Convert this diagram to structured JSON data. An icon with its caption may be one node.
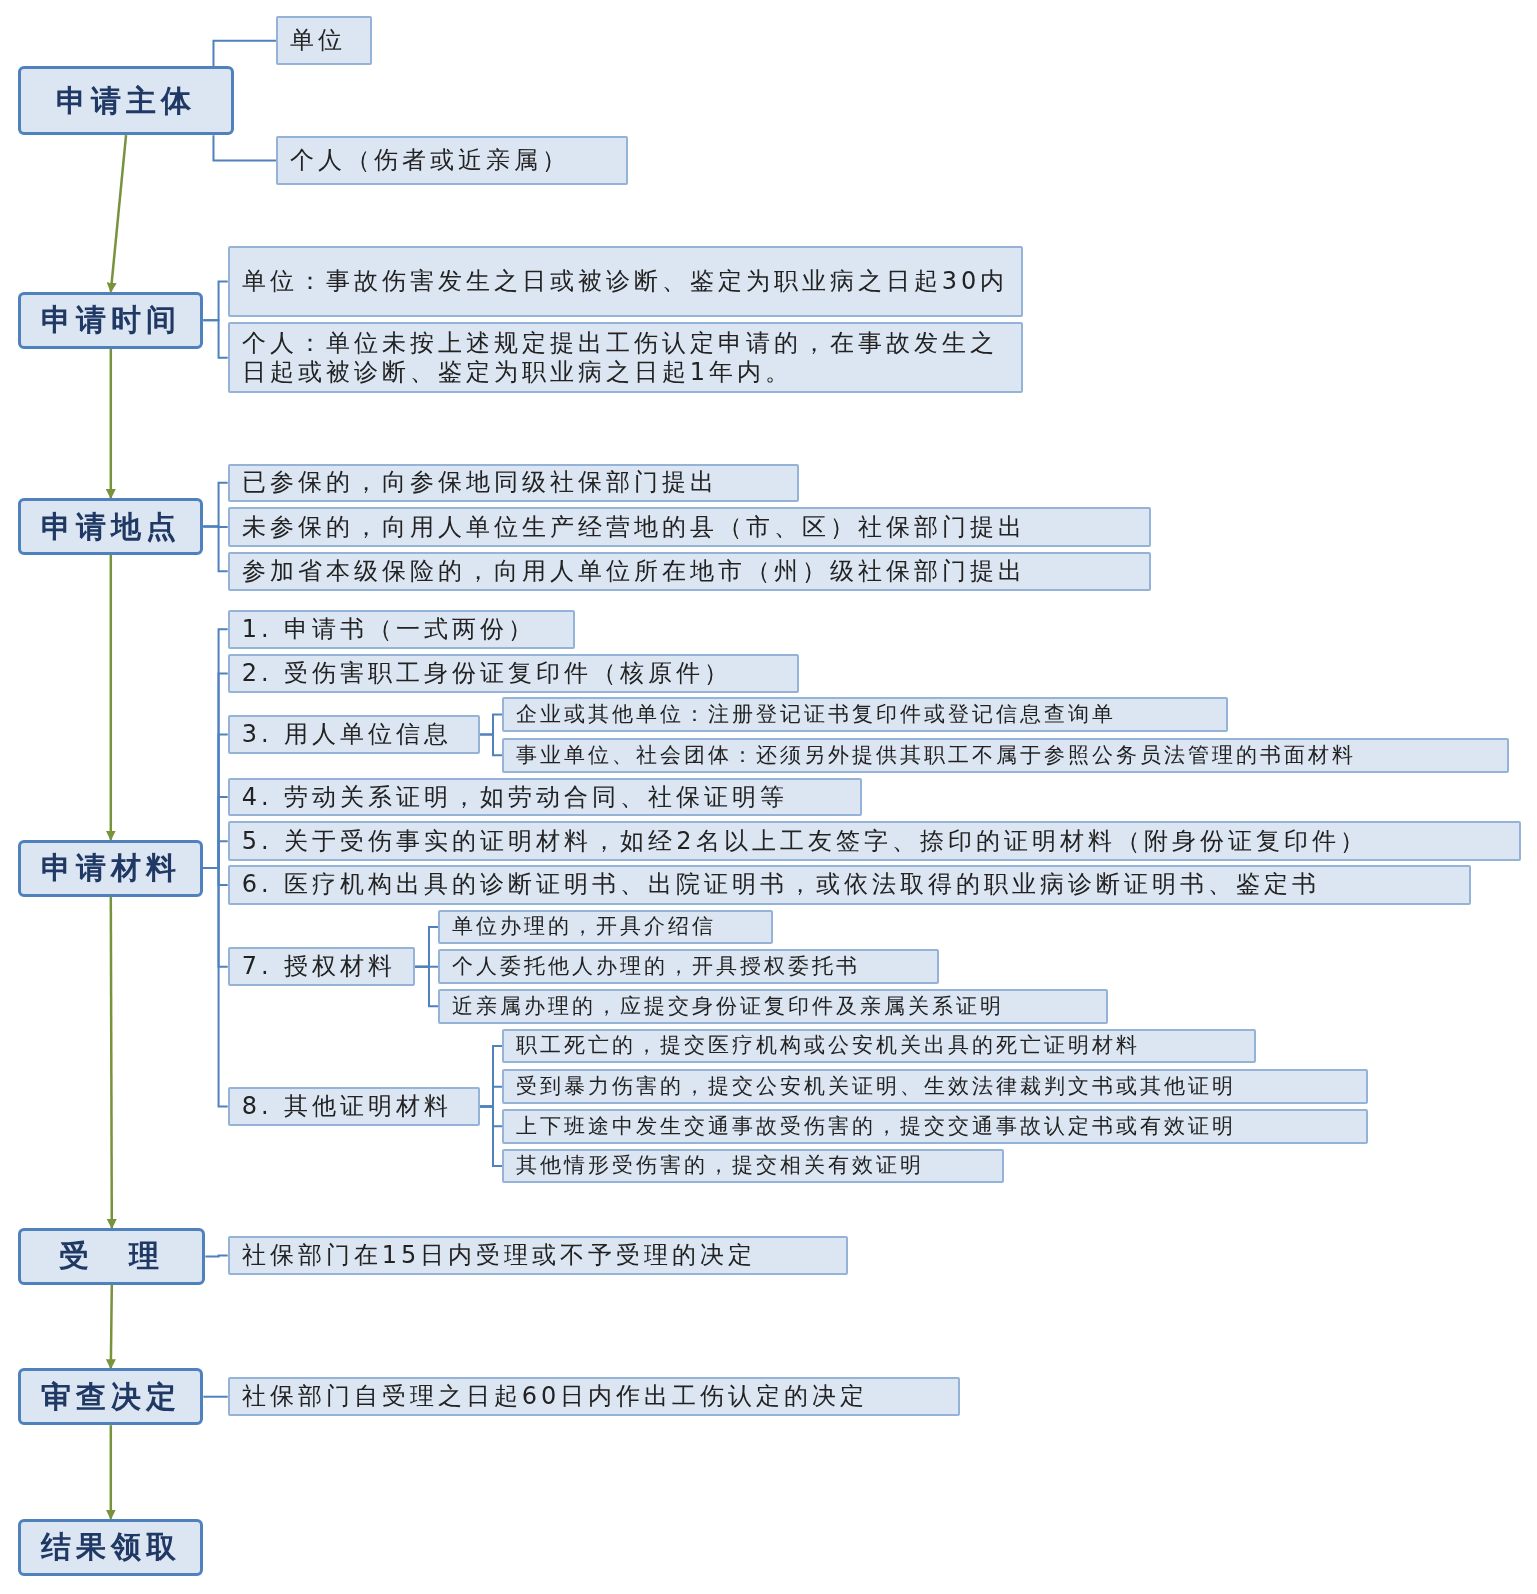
{
  "diagram": {
    "nodes": [
      {
        "text": [
          "申请主体"
        ]
      },
      {
        "text": [
          "单位"
        ]
      },
      {
        "text": [
          "个人（伤者或近亲属）"
        ]
      },
      {
        "text": [
          "申请时间"
        ]
      },
      {
        "text": [
          "单位：事故伤害发生之日或被诊断、鉴定为职业病之日起30内"
        ]
      },
      {
        "text": [
          "个人：单位未按上述规定提出工伤认定申请的，在事故发生之日起或被诊断、鉴定为职业病之日起1年内。"
        ]
      },
      {
        "text": [
          "申请地点"
        ]
      },
      {
        "text": [
          "已参保的，向参保地同级社保部门提出"
        ]
      },
      {
        "text": [
          "未参保的，向用人单位生产经营地的县（市、区）社保部门提出"
        ]
      },
      {
        "text": [
          "参加省本级保险的，向用人单位所在地市（州）级社保部门提出"
        ]
      },
      {
        "text": [
          "申请材料"
        ]
      },
      {
        "text": [
          "1. 申请书（一式两份）"
        ]
      },
      {
        "text": [
          "2. 受伤害职工身份证复印件（核原件）"
        ]
      },
      {
        "text": [
          "3. 用人单位信息"
        ]
      },
      {
        "text": [
          "企业或其他单位：注册登记证书复印件或登记信息查询单"
        ]
      },
      {
        "text": [
          "事业单位、社会团体：还须另外提供其职工不属于参照公务员法管理的书面材料"
        ]
      },
      {
        "text": [
          "4. 劳动关系证明，如劳动合同、社保证明等"
        ]
      },
      {
        "text": [
          "5. 关于受伤事实的证明材料，如经2名以上工友签字、捺印的证明材料（附身份证复印件）"
        ]
      },
      {
        "text": [
          "6. 医疗机构出具的诊断证明书、出院证明书，或依法取得的职业病诊断证明书、鉴定书"
        ]
      },
      {
        "text": [
          "7. 授权材料"
        ]
      },
      {
        "text": [
          "单位办理的，开具介绍信"
        ]
      },
      {
        "text": [
          "个人委托他人办理的，开具授权委托书"
        ]
      },
      {
        "text": [
          "近亲属办理的，应提交身份证复印件及亲属关系证明"
        ]
      },
      {
        "text": [
          "8. 其他证明材料"
        ]
      },
      {
        "text": [
          "职工死亡的，提交医疗机构或公安机关出具的死亡证明材料"
        ]
      },
      {
        "text": [
          "受到暴力伤害的，提交公安机关证明、生效法律裁判文书或其他证明"
        ]
      },
      {
        "text": [
          "上下班途中发生交通事故受伤害的，提交交通事故认定书或有效证明"
        ]
      },
      {
        "text": [
          "其他情形受伤害的，提交相关有效证明"
        ]
      },
      {
        "text": [
          "受　理"
        ]
      },
      {
        "text": [
          "社保部门在15日内受理或不予受理的决定"
        ]
      },
      {
        "text": [
          "审查决定"
        ]
      },
      {
        "text": [
          "社保部门自受理之日起60日内作出工伤认定的决定"
        ]
      },
      {
        "text": [
          "结果领取"
        ]
      }
    ],
    "edges": [
      {
        "from": 0,
        "to": 3,
        "arrow": "to",
        "color": "#77933c"
      },
      {
        "from": 3,
        "to": 6,
        "arrow": "to",
        "color": "#77933c"
      },
      {
        "from": 6,
        "to": 10,
        "arrow": "to",
        "color": "#77933c"
      },
      {
        "from": 10,
        "to": 28,
        "arrow": "to",
        "color": "#77933c"
      },
      {
        "from": 28,
        "to": 30,
        "arrow": "to",
        "color": "#77933c"
      },
      {
        "from": 30,
        "to": 32,
        "arrow": "to",
        "color": "#77933c"
      },
      {
        "from": 0,
        "to": 1,
        "arrow": "none"
      },
      {
        "from": 0,
        "to": 2,
        "arrow": "none"
      },
      {
        "from": 3,
        "to": 4,
        "arrow": "none"
      },
      {
        "from": 3,
        "to": 5,
        "arrow": "none"
      },
      {
        "from": 6,
        "to": 7,
        "arrow": "none"
      },
      {
        "from": 6,
        "to": 8,
        "arrow": "none"
      },
      {
        "from": 6,
        "to": 9,
        "arrow": "none"
      },
      {
        "from": 10,
        "to": 11,
        "arrow": "none"
      },
      {
        "from": 10,
        "to": 12,
        "arrow": "none"
      },
      {
        "from": 10,
        "to": 13,
        "arrow": "none"
      },
      {
        "from": 13,
        "to": 14,
        "arrow": "none"
      },
      {
        "from": 13,
        "to": 15,
        "arrow": "none"
      },
      {
        "from": 10,
        "to": 16,
        "arrow": "none"
      },
      {
        "from": 10,
        "to": 17,
        "arrow": "none"
      },
      {
        "from": 10,
        "to": 18,
        "arrow": "none"
      },
      {
        "from": 10,
        "to": 19,
        "arrow": "none"
      },
      {
        "from": 19,
        "to": 20,
        "arrow": "none"
      },
      {
        "from": 19,
        "to": 21,
        "arrow": "none"
      },
      {
        "from": 19,
        "to": 22,
        "arrow": "none"
      },
      {
        "from": 10,
        "to": 23,
        "arrow": "none"
      },
      {
        "from": 23,
        "to": 24,
        "arrow": "none"
      },
      {
        "from": 23,
        "to": 25,
        "arrow": "none"
      },
      {
        "from": 23,
        "to": 26,
        "arrow": "none"
      },
      {
        "from": 23,
        "to": 27,
        "arrow": "none"
      },
      {
        "from": 28,
        "to": 29,
        "arrow": "none"
      },
      {
        "from": 30,
        "to": 31,
        "arrow": "none"
      }
    ]
  }
}
